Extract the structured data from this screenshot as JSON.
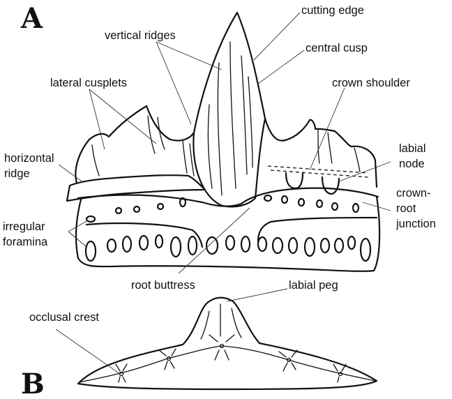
{
  "panels": {
    "a": "A",
    "b": "B"
  },
  "labels": {
    "cutting_edge": "cutting edge",
    "vertical_ridges": "vertical ridges",
    "central_cusp": "central cusp",
    "lateral_cusplets": "lateral cusplets",
    "crown_shoulder": "crown shoulder",
    "horizontal_ridge_1": "horizontal",
    "horizontal_ridge_2": "ridge",
    "labial_node_1": "labial",
    "labial_node_2": "node",
    "crown_root_junction_1": "crown-",
    "crown_root_junction_2": "root",
    "crown_root_junction_3": "junction",
    "irregular_foramina_1": "irregular",
    "irregular_foramina_2": "foramina",
    "root_buttress": "root buttress",
    "labial_peg": "labial peg",
    "occlusal_crest": "occlusal crest"
  }
}
